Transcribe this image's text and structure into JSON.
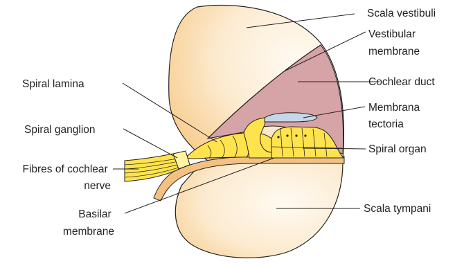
{
  "figure": {
    "labels": {
      "scala_vestibuli": [
        "Scala vestibuli"
      ],
      "vestibular_membrane": [
        "Vestibular",
        "membrane"
      ],
      "cochlear_duct": [
        "Cochlear duct"
      ],
      "membrana_tectoria": [
        "Membrana",
        "tectoria"
      ],
      "spiral_organ": [
        "Spiral organ"
      ],
      "scala_tympani": [
        "Scala tympani"
      ],
      "spiral_lamina": [
        "Spiral lamina"
      ],
      "spiral_ganglion": [
        "Spiral ganglion"
      ],
      "fibres_of_cochlear_nerve": [
        "Fibres of cochlear",
        "nerve"
      ],
      "basilar_membrane": [
        "Basilar",
        "membrane"
      ]
    },
    "colors": {
      "scala_fill_light": "#fdf3e3",
      "scala_fill_dark": "#f8cf93",
      "cochlear_duct": "#d6a3a6",
      "membrana_tectoria": "#c4d8e8",
      "nerve_yellow": "#ffe34d",
      "basilar_tan": "#f4c183",
      "outline": "#231f20"
    }
  }
}
